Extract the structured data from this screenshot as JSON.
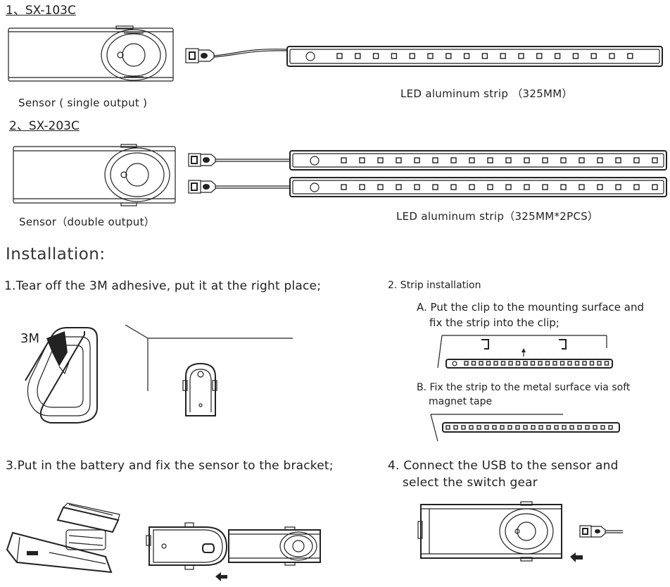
{
  "models": [
    {
      "heading": "1、SX-103C",
      "sensor_label": "Sensor ( single output )",
      "strip_label": "LED aluminum strip （325MM）"
    },
    {
      "heading": "2、SX-203C",
      "sensor_label": "Sensor（double output）",
      "strip_label": "LED aluminum strip（325MM*2PCS）"
    }
  ],
  "installation": {
    "title": "Installation:",
    "step1": {
      "text": "1.Tear off the 3M adhesive, put it at the right place;",
      "adhesive_label": "3M"
    },
    "step2": {
      "title": "2. Strip installation",
      "a_line1": "A. Put the clip to the mounting surface and",
      "a_line2": "fix the strip into the clip;",
      "b_line1": "B. Fix the strip to the metal surface via soft",
      "b_line2": "magnet tape"
    },
    "step3": {
      "text": "3.Put in the battery and fix the sensor to the bracket;"
    },
    "step4": {
      "line1": "4. Connect the USB to the sensor and",
      "line2": "select the switch gear"
    }
  }
}
